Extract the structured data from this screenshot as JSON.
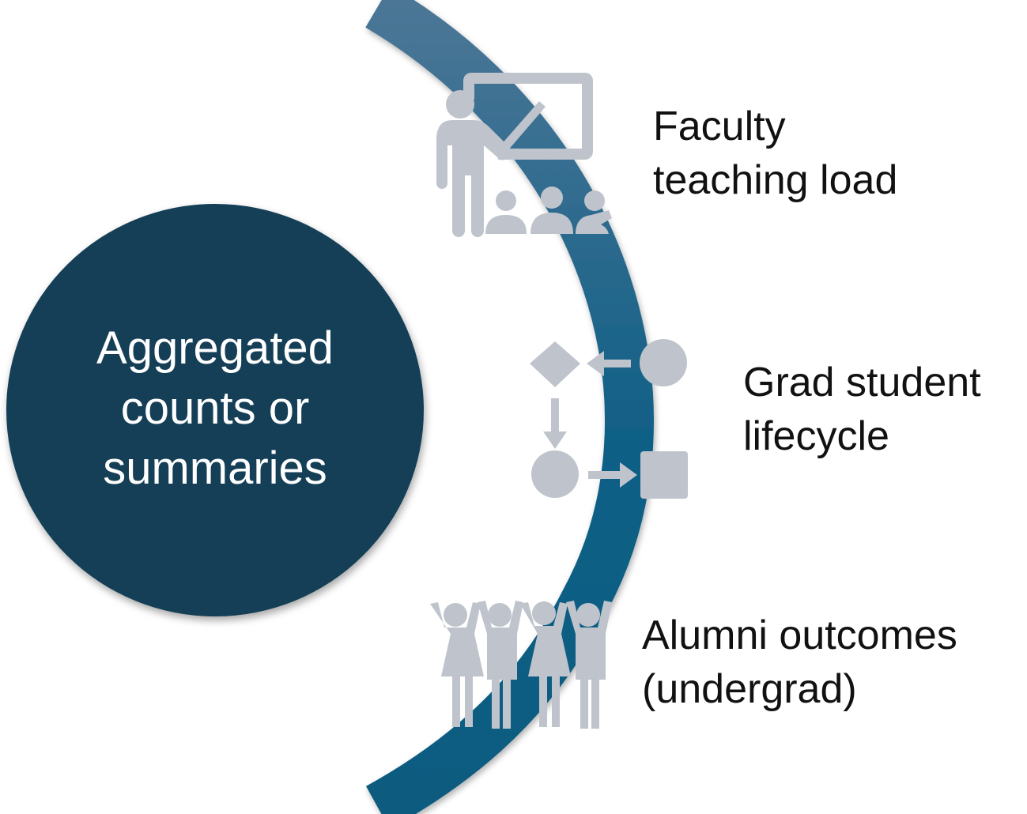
{
  "center": {
    "lines": [
      "Aggregated",
      "counts or",
      "summaries"
    ]
  },
  "items": [
    {
      "lines": [
        "Faculty",
        "teaching load"
      ],
      "icon": "teacher-presentation-icon"
    },
    {
      "lines": [
        "Grad student",
        "lifecycle"
      ],
      "icon": "process-flow-icon"
    },
    {
      "lines": [
        "Alumni outcomes",
        "(undergrad)"
      ],
      "icon": "celebrating-people-icon"
    }
  ],
  "colors": {
    "circle": "#153f57",
    "arc_top": "#4b7696",
    "arc_bottom": "#0b5c80",
    "icon": "#bfc4cc",
    "text": "#111111"
  }
}
